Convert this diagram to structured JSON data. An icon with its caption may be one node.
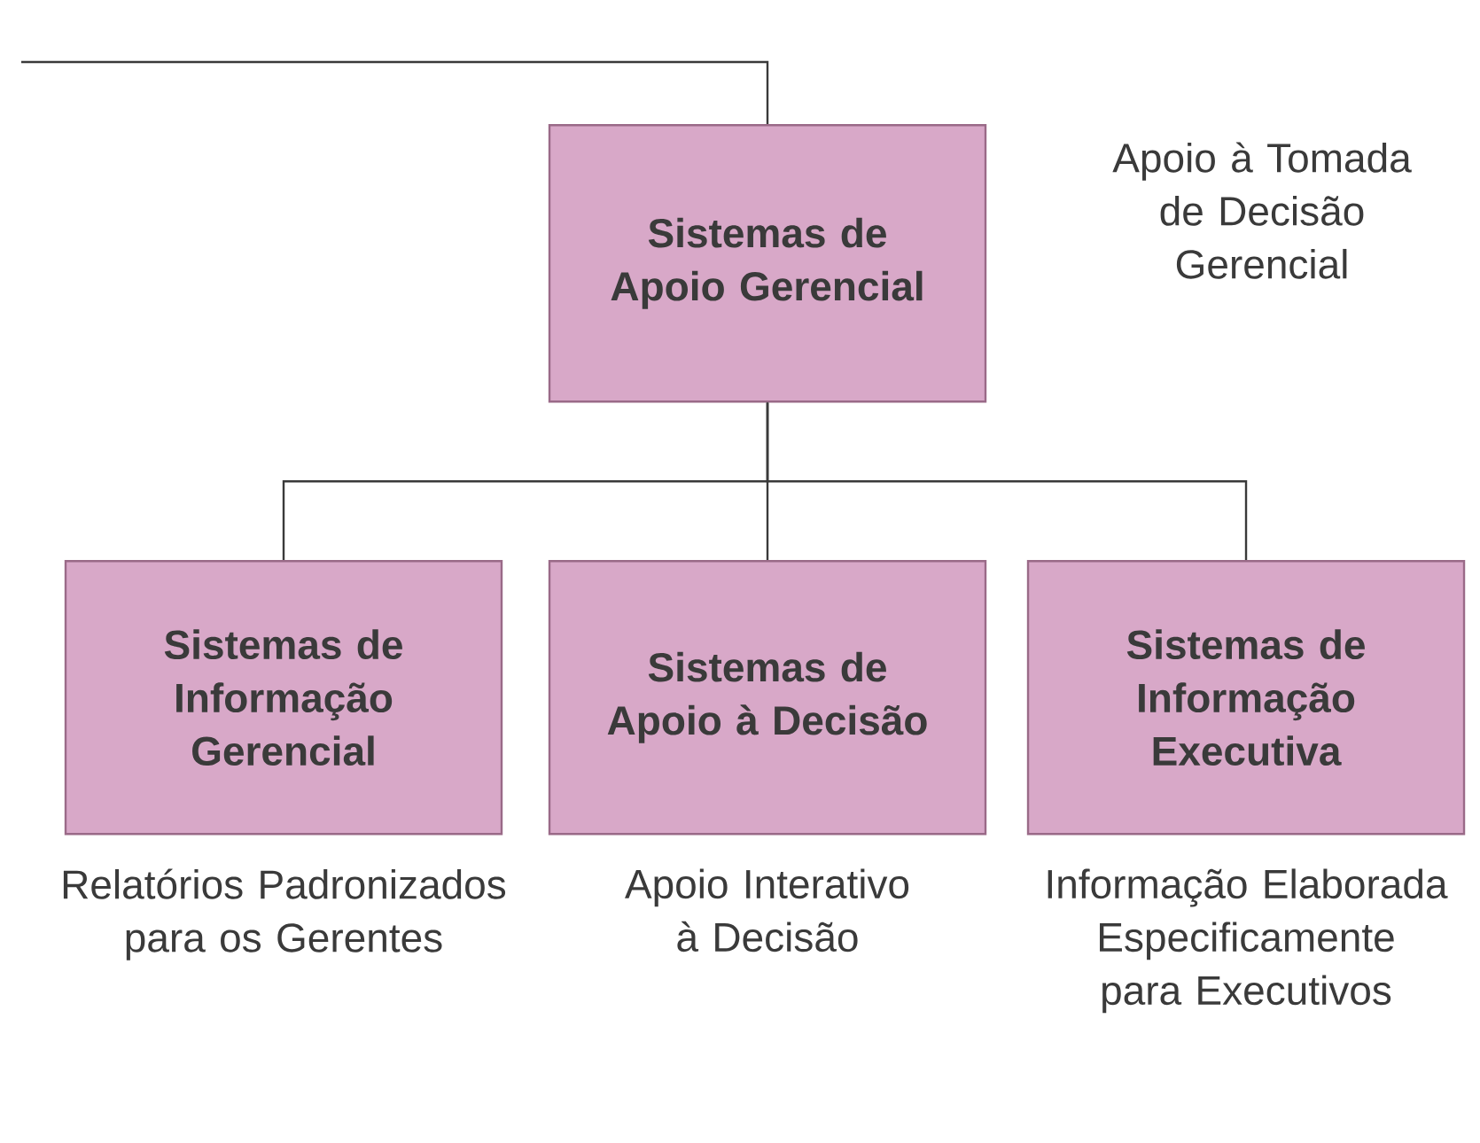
{
  "diagram": {
    "nodes": [
      {
        "text": [
          "Sistemas de Apoio Gerencial"
        ],
        "beside": [
          "Apoio à Tomada de Decisão Gerencial"
        ]
      },
      {
        "text": [
          "Sistemas de Informação Gerencial"
        ],
        "beside": [
          "Relatórios Padronizados para os Gerentes"
        ]
      },
      {
        "text": [
          "Sistemas de Apoio à Decisão"
        ],
        "beside": [
          "Apoio Interativo à Decisão"
        ]
      },
      {
        "text": [
          "Sistemas de Informação Executiva"
        ],
        "beside": [
          "Informação Elaborada Especificamente para Executivos"
        ]
      }
    ],
    "edges": [
      {
        "from": null,
        "to": 0,
        "arrow": "none"
      },
      {
        "from": 0,
        "to": 1,
        "arrow": "none"
      },
      {
        "from": 0,
        "to": 2,
        "arrow": "none"
      },
      {
        "from": 0,
        "to": 3,
        "arrow": "none"
      }
    ]
  }
}
